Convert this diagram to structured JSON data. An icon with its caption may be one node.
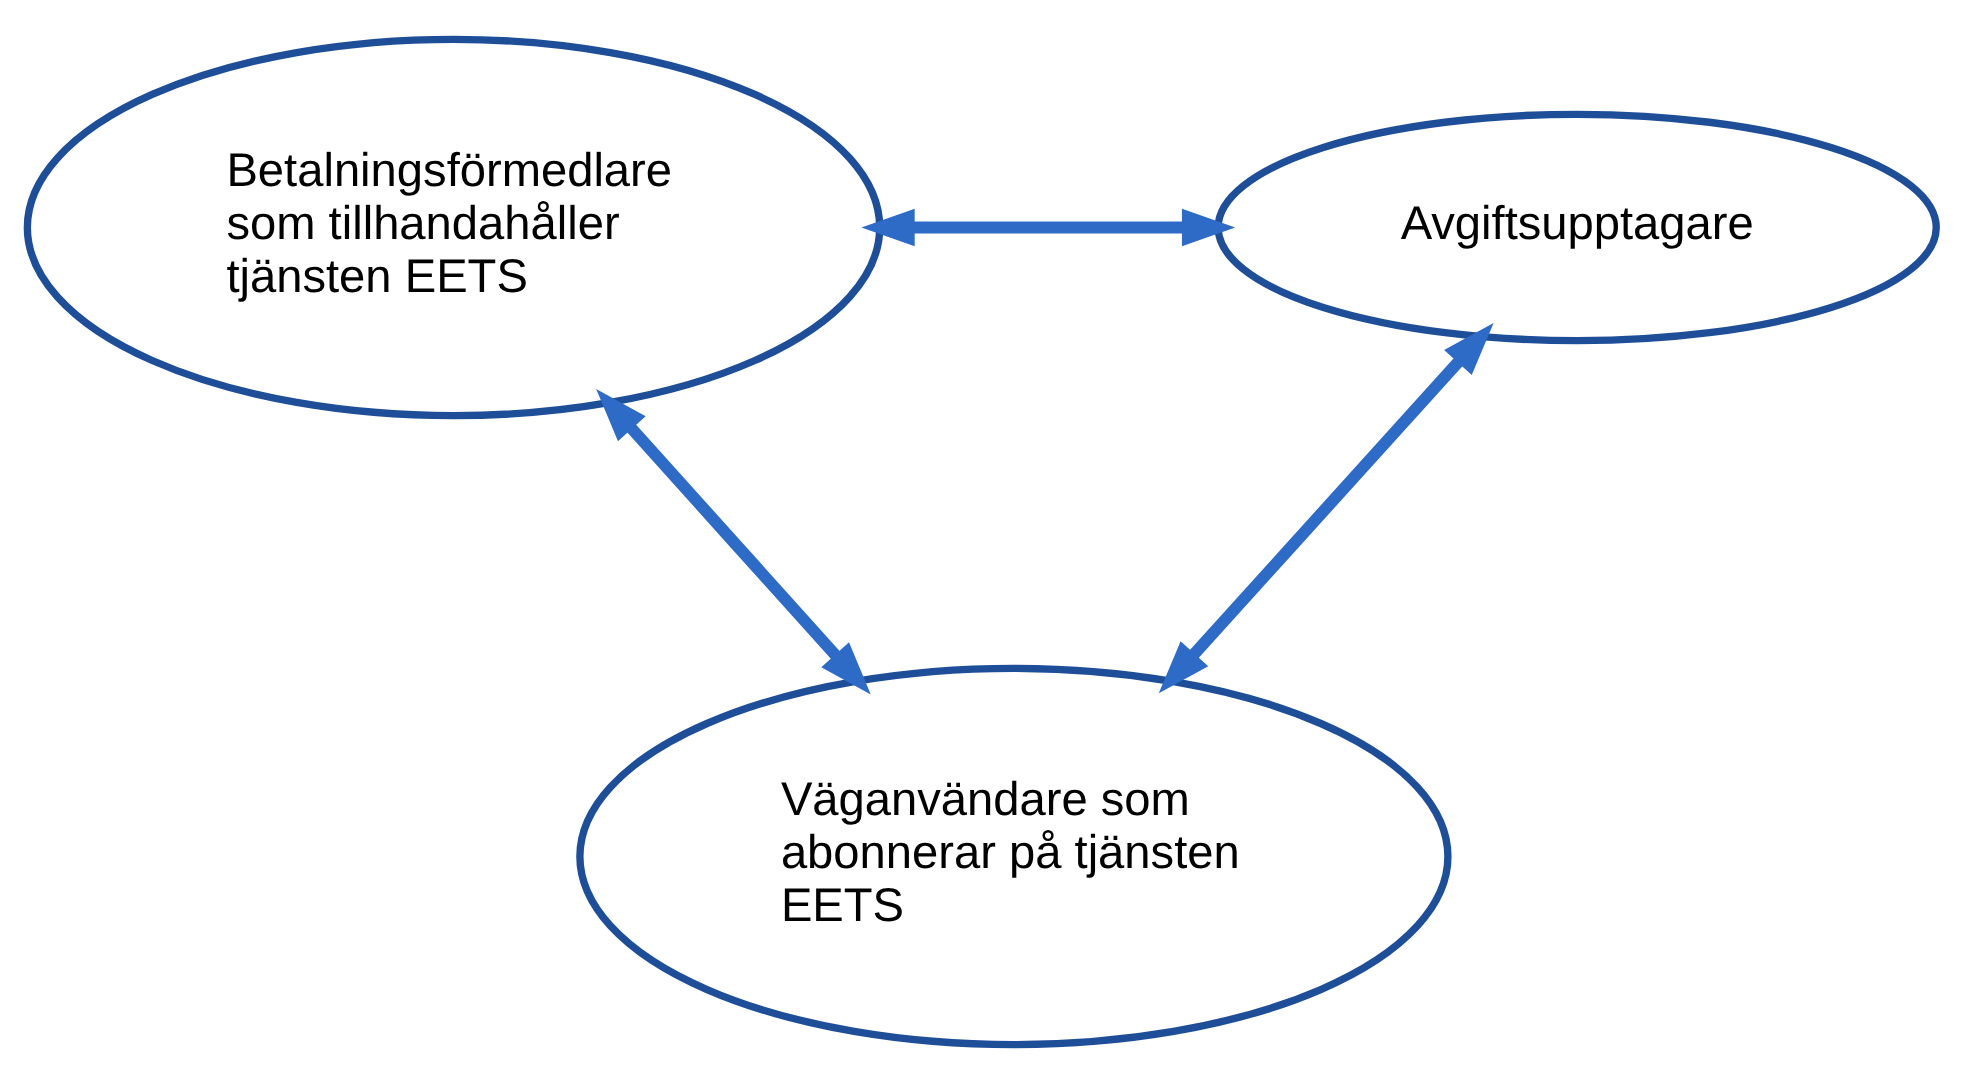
{
  "diagram": {
    "nodes": [
      {
        "text": [
          "Betalningsförmedlare som tillhandahåller tjänsten EETS"
        ]
      },
      {
        "text": [
          "Avgiftsupptagare"
        ]
      },
      {
        "text": [
          "Väganvändare som abonnerar på tjänsten EETS"
        ]
      }
    ],
    "edges": [
      {
        "from": 0,
        "to": 1,
        "arrow": "both"
      },
      {
        "from": 0,
        "to": 2,
        "arrow": "both"
      },
      {
        "from": 1,
        "to": 2,
        "arrow": "both"
      }
    ]
  }
}
